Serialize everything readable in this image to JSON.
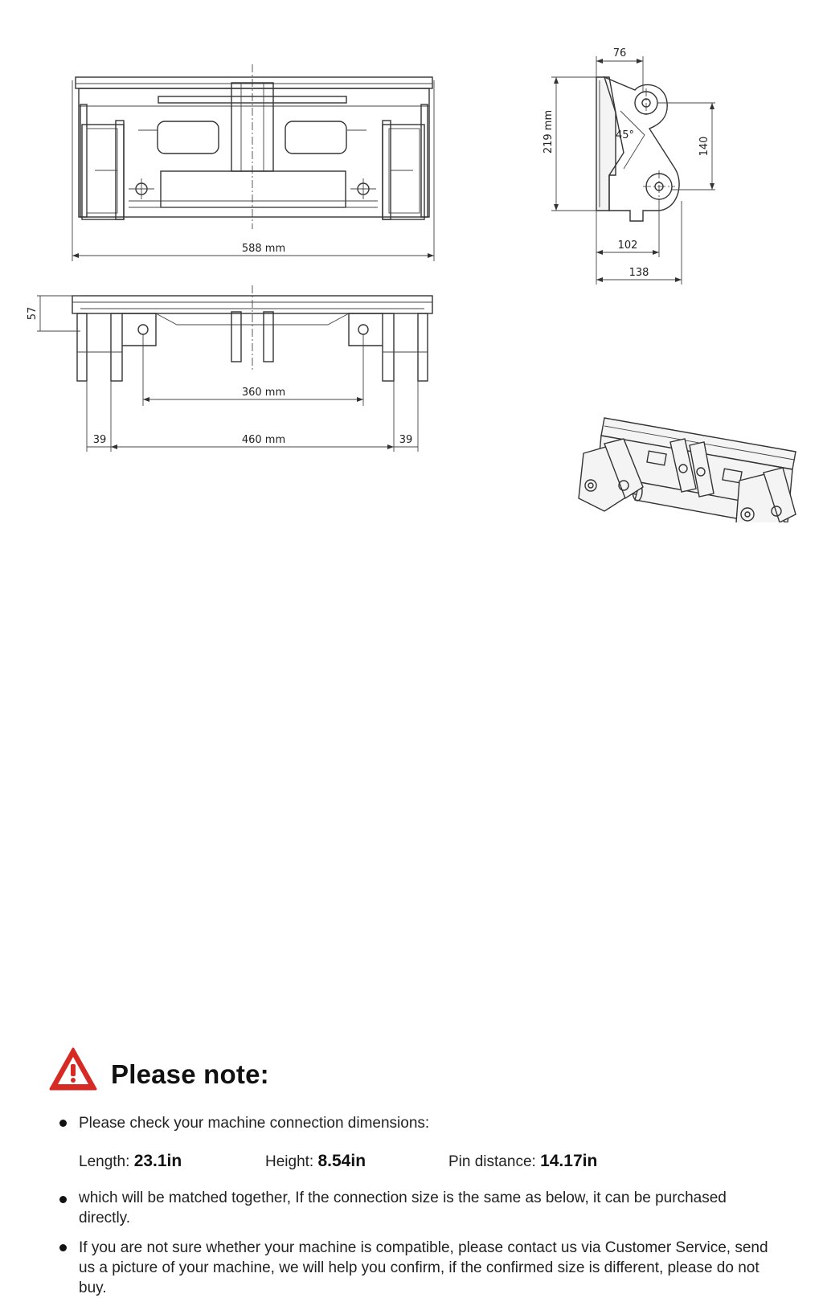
{
  "drawing": {
    "front_width_label": "588 mm",
    "height_label": "57",
    "pin_inner_label": "360 mm",
    "pin_outer_label": "460 mm",
    "side_left_label": "39",
    "side_right_label": "39",
    "side_top_label": "76",
    "side_height_label": "219 mm",
    "side_angle_label": "45°",
    "side_pin_label": "140",
    "side_bottom_label": "102",
    "side_base_label": "138"
  },
  "note": {
    "title": "Please note:",
    "line1": "Please check your machine connection dimensions:",
    "measurements": [
      {
        "label": "Length:",
        "value": "23.1in"
      },
      {
        "label": "Height:",
        "value": "8.54in"
      },
      {
        "label": "Pin distance:",
        "value": "14.17in"
      }
    ],
    "line2": "which will be matched together, If the connection size is the same as below, it can be purchased directly.",
    "line3": "If you are not sure whether your machine is compatible, please contact us via Customer Service, send us a picture of your machine, we will help you confirm, if the confirmed size is different, please do not buy."
  },
  "colors": {
    "warning_red": "#d62a24",
    "line": "#333333"
  },
  "icons": [
    "warning-triangle-icon",
    "bullet-icon"
  ]
}
